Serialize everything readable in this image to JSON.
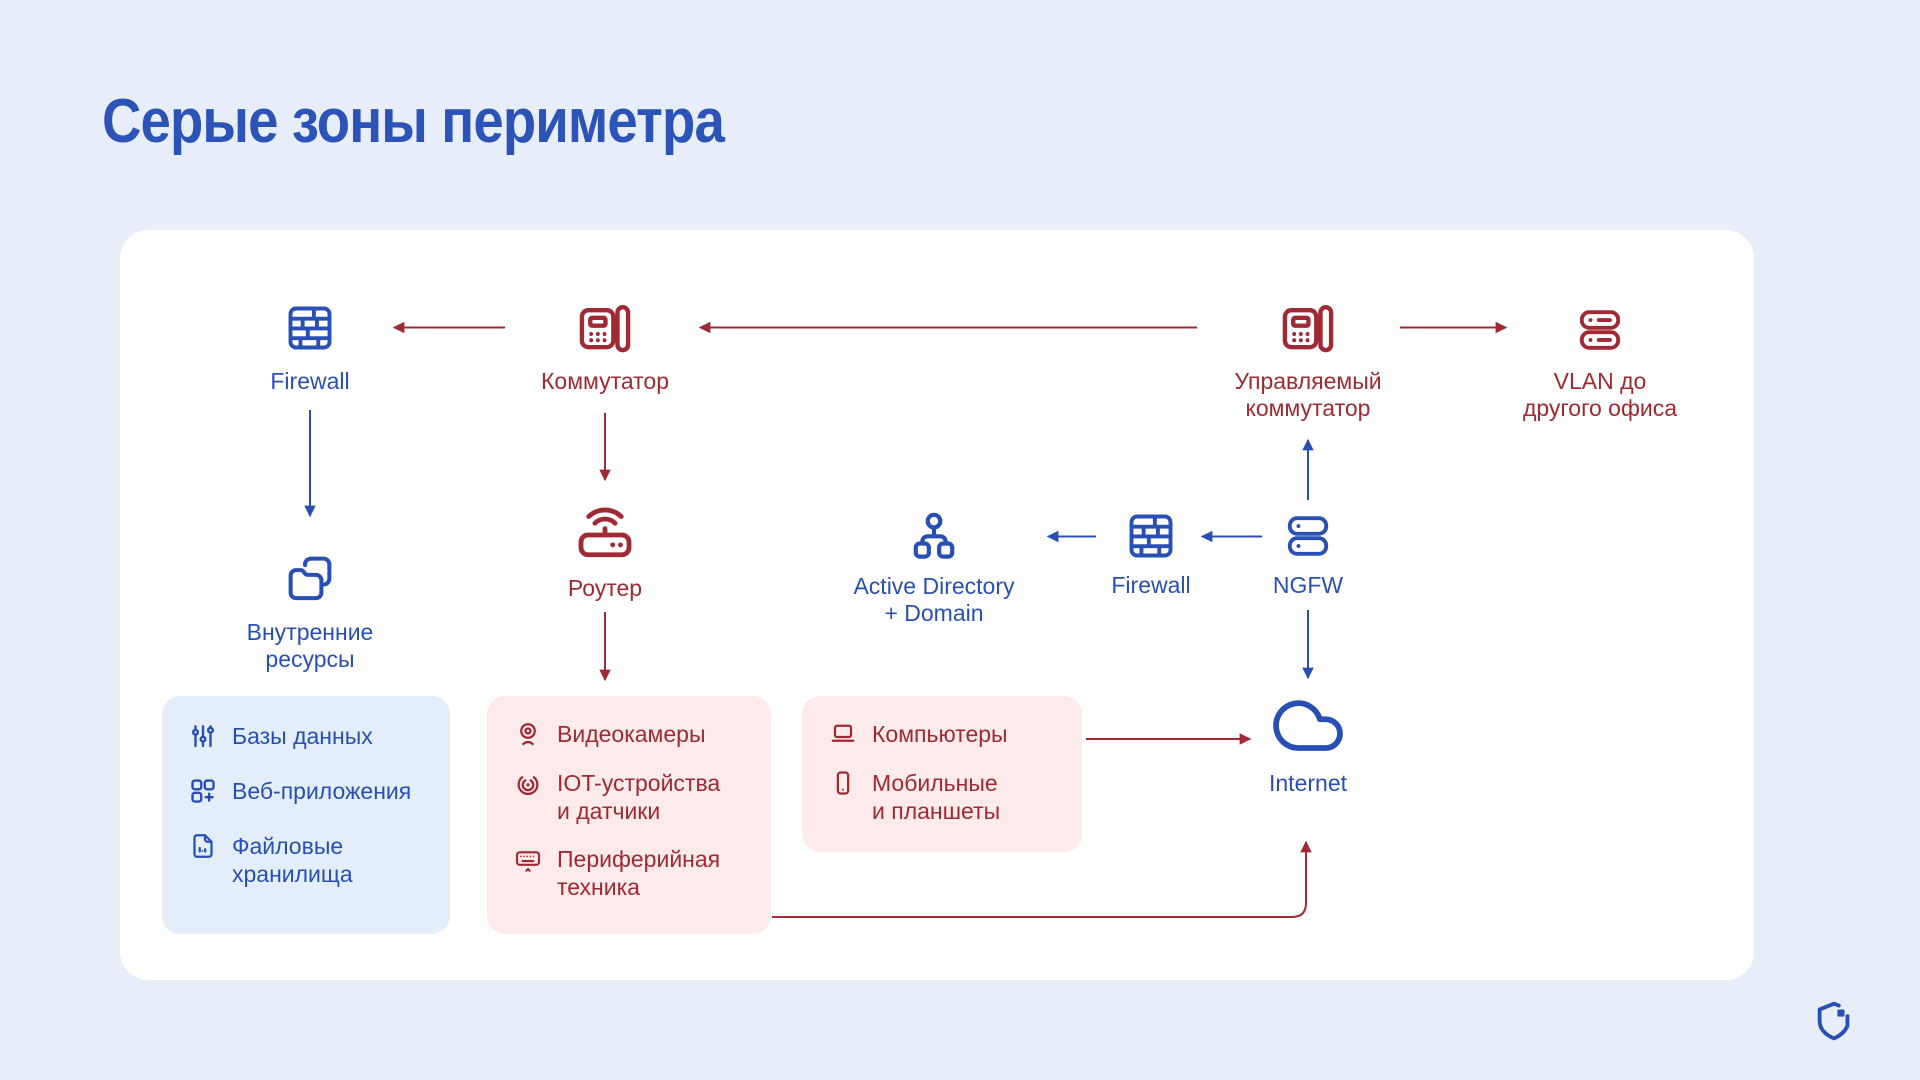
{
  "slide": {
    "title": "Серые зоны периметра"
  },
  "colors": {
    "background": "#e8eef9",
    "card": "#ffffff",
    "blue": "#2850b4",
    "red": "#a02a33",
    "blue_box_bg": "#e4eefb",
    "pink_box_bg": "#fcebea"
  },
  "diagram": {
    "nodes": {
      "firewall_top": {
        "label": "Firewall",
        "icon": "brick-wall-icon",
        "color": "#2850b4"
      },
      "switch": {
        "label": "Коммутатор",
        "icon": "desk-phone-icon",
        "color": "#a02a33"
      },
      "managed_switch": {
        "label": "Управляемый\nкоммутатор",
        "icon": "desk-phone-icon",
        "color": "#a02a33"
      },
      "vlan": {
        "label": "VLAN до\nдругого офиса",
        "icon": "server-stack-icon",
        "color": "#a02a33"
      },
      "internal_resources": {
        "label": "Внутренние\nресурсы",
        "icon": "folders-icon",
        "color": "#2850b4"
      },
      "router": {
        "label": "Роутер",
        "icon": "wifi-router-icon",
        "color": "#a02a33"
      },
      "active_directory": {
        "label": "Active Directory\n+ Domain",
        "icon": "hierarchy-icon",
        "color": "#2850b4"
      },
      "firewall_mid": {
        "label": "Firewall",
        "icon": "brick-wall-icon",
        "color": "#2850b4"
      },
      "ngfw": {
        "label": "NGFW",
        "icon": "server-stack-icon",
        "color": "#2850b4"
      },
      "internet": {
        "label": "Internet",
        "icon": "cloud-icon",
        "color": "#2850b4"
      }
    },
    "groups": {
      "internal_resources_list": {
        "items": [
          {
            "label": "Базы данных",
            "icon": "sliders-icon"
          },
          {
            "label": "Веб-приложения",
            "icon": "apps-plus-icon"
          },
          {
            "label": "Файловые\nхранилища",
            "icon": "file-icon"
          }
        ]
      },
      "router_devices_list": {
        "items": [
          {
            "label": "Видеокамеры",
            "icon": "webcam-icon"
          },
          {
            "label": "IOT-устройства\nи датчики",
            "icon": "iot-signal-icon"
          },
          {
            "label": "Периферийная\nтехника",
            "icon": "keyboard-icon"
          }
        ]
      },
      "user_devices_list": {
        "items": [
          {
            "label": "Компьютеры",
            "icon": "laptop-icon"
          },
          {
            "label": "Мобильные\nи планшеты",
            "icon": "smartphone-icon"
          }
        ]
      }
    }
  }
}
